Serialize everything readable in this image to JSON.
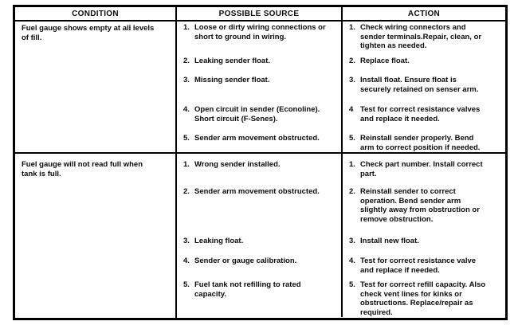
{
  "table": {
    "headers": [
      "CONDITION",
      "POSSIBLE SOURCE",
      "ACTION"
    ],
    "rows": [
      {
        "condition": "Fuel gauge shows empty at all levels\nof fill.",
        "pairs": [
          {
            "source_num": "1.",
            "source": "Loose or dirty wiring connections or\nshort to ground in wiring.",
            "action_num": "1.",
            "action": "Check wiring connectors and\nsender terminals.Repair, clean, or\ntighten as needed."
          },
          {
            "source_num": "2.",
            "source": "Leaking sender float.",
            "action_num": "2.",
            "action": "Replace float."
          },
          {
            "source_num": "3.",
            "source": "Missing sender float.",
            "action_num": "3.",
            "action": "Install float. Ensure float is\nsecurely retained on senser arm."
          },
          {
            "source_num": "4.",
            "source": "Open circuit in sender (Econoline).\nShort circuit (F-Senes).",
            "action_num": "4",
            "action": "Test for correct resistance valves\nand replace it needed."
          },
          {
            "source_num": "5.",
            "source": "Sender arm movement obstructed.",
            "action_num": "5.",
            "action": "Reinstall sender properly. Bend\narm to correct position if needed."
          }
        ]
      },
      {
        "condition": "Fuel gauge will not read full when\ntank is full.",
        "pairs": [
          {
            "source_num": "1.",
            "source": "Wrong sender installed.",
            "action_num": "1.",
            "action": "Check part number. Install correct\npart."
          },
          {
            "source_num": "2.",
            "source": "Sender arm movement obstructed.",
            "action_num": "2.",
            "action": "Reinstall sender to correct\noperation. Bend sender arm\nslightly away from obstruction or\nremove obstruction."
          },
          {
            "source_num": "3.",
            "source": "Leaking float.",
            "action_num": "3.",
            "action": "Install new float."
          },
          {
            "source_num": "4.",
            "source": "Sender or gauge calibration.",
            "action_num": "4.",
            "action": "Test for correct resistance valve\nand replace if needed."
          },
          {
            "source_num": "5.",
            "source": "Fuel tank not refilling to rated\ncapacity.",
            "action_num": "5.",
            "action": "Test for correct refill capacity. Also\ncheck vent lines for kinks or\nobstructions. Replace/repair as\nrequired."
          }
        ]
      }
    ]
  }
}
